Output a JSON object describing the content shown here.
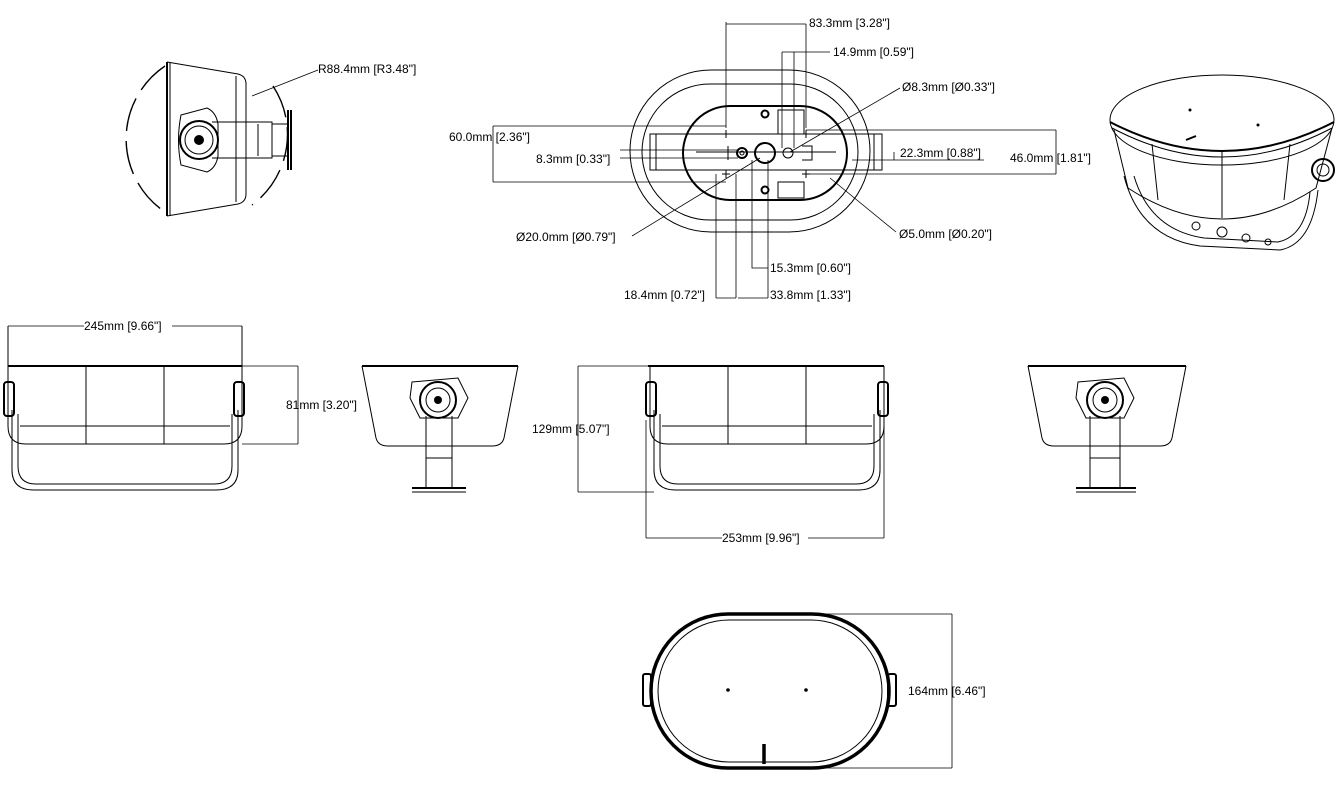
{
  "dimensions": {
    "radius": "R88.4mm [R3.48\"]",
    "d_83_3": "83.3mm [3.28\"]",
    "d_14_9": "14.9mm [0.59\"]",
    "hole_8_3": "Ø8.3mm [Ø0.33\"]",
    "d_60_0": "60.0mm [2.36\"]",
    "d_8_3": "8.3mm [0.33\"]",
    "d_22_3": "22.3mm [0.88\"]",
    "d_46_0": "46.0mm [1.81\"]",
    "hole_20_0": "Ø20.0mm [Ø0.79\"]",
    "hole_5_0": "Ø5.0mm [Ø0.20\"]",
    "d_15_3": "15.3mm [0.60\"]",
    "d_18_4": "18.4mm [0.72\"]",
    "d_33_8": "33.8mm [1.33\"]",
    "width_245": "245mm [9.66\"]",
    "height_81": "81mm [3.20\"]",
    "height_129": "129mm [5.07\"]",
    "width_253": "253mm [9.96\"]",
    "depth_164": "164mm [6.46\"]"
  }
}
